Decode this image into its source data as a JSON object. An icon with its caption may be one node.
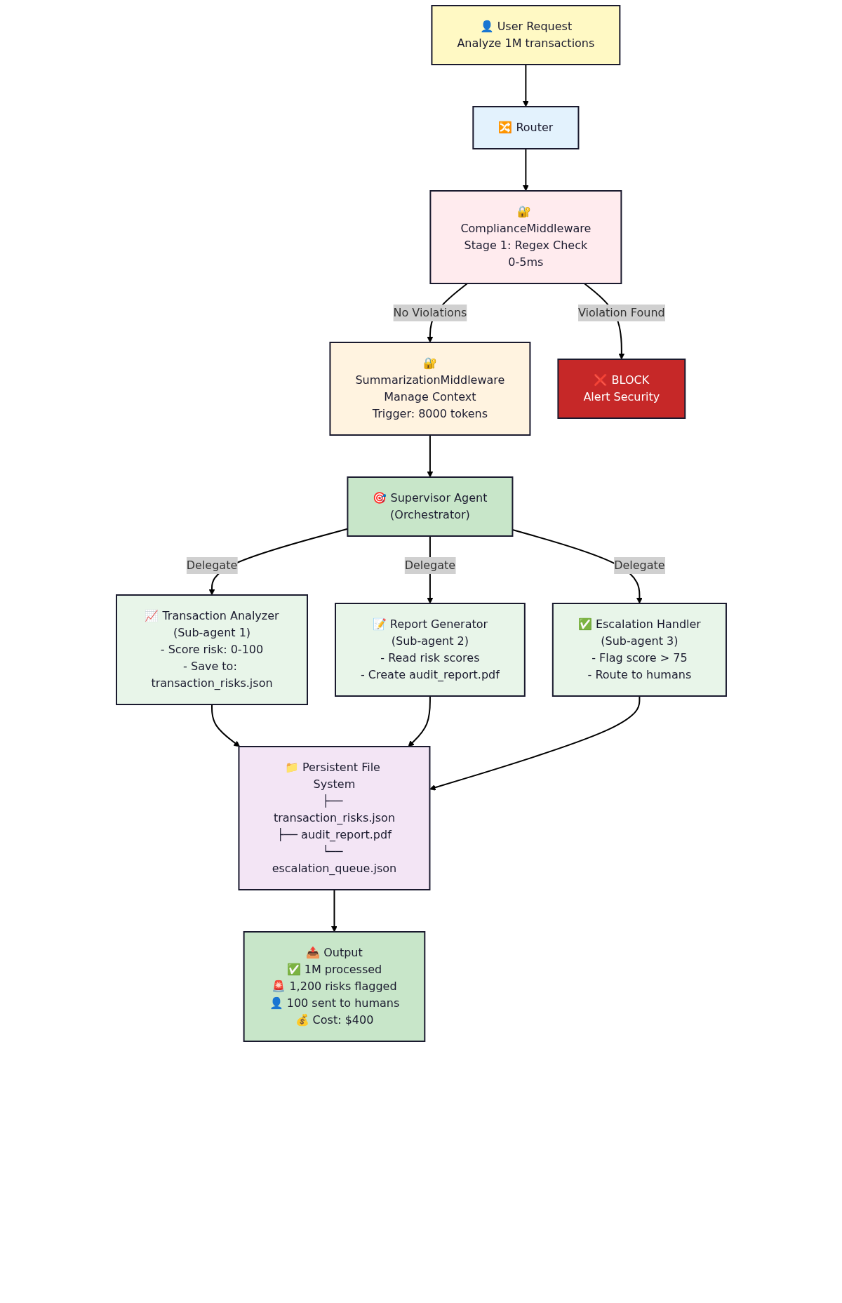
{
  "diagram": {
    "nodes": [
      {
        "text": [
          "👤 User Request",
          "Analyze 1M transactions"
        ]
      },
      {
        "text": [
          "🔀 Router"
        ]
      },
      {
        "text": [
          "🔐 ComplianceMiddleware",
          "Stage 1: Regex Check",
          "0-5ms"
        ]
      },
      {
        "text": [
          "🔐",
          "SummarizationMiddleware",
          "Manage Context",
          "Trigger: 8000 tokens"
        ]
      },
      {
        "text": [
          "❌ BLOCK",
          "Alert Security"
        ]
      },
      {
        "text": [
          "🎯 Supervisor Agent",
          "(Orchestrator)"
        ]
      },
      {
        "text": [
          "📈 Transaction Analyzer",
          "(Sub-agent 1)",
          "- Score risk: 0-100",
          "- Save to: transaction_risks.json"
        ]
      },
      {
        "text": [
          "📝 Report Generator",
          "(Sub-agent 2)",
          "- Read risk scores",
          "- Create audit_report.pdf"
        ]
      },
      {
        "text": [
          "✅ Escalation Handler",
          "(Sub-agent 3)",
          "- Flag score > 75",
          "- Route to humans"
        ]
      },
      {
        "text": [
          "📁 Persistent File System",
          "├── transaction_risks.json",
          "├── audit_report.pdf",
          "└── escalation_queue.json"
        ]
      },
      {
        "text": [
          "📤 Output",
          "✅ 1M processed",
          "🚨 1,200 risks flagged",
          "👤 100 sent to humans",
          "💰 Cost: $400"
        ]
      }
    ],
    "edges": [
      {
        "from": 0,
        "to": 1,
        "arrow": "to"
      },
      {
        "from": 1,
        "to": 2,
        "arrow": "to"
      },
      {
        "from": 2,
        "to": 3,
        "arrow": "to",
        "label": "No Violations"
      },
      {
        "from": 2,
        "to": 4,
        "arrow": "to",
        "label": "Violation Found"
      },
      {
        "from": 3,
        "to": 5,
        "arrow": "to"
      },
      {
        "from": 5,
        "to": 6,
        "arrow": "to",
        "label": "Delegate"
      },
      {
        "from": 5,
        "to": 7,
        "arrow": "to",
        "label": "Delegate"
      },
      {
        "from": 5,
        "to": 8,
        "arrow": "to",
        "label": "Delegate"
      },
      {
        "from": 6,
        "to": 9,
        "arrow": "to"
      },
      {
        "from": 7,
        "to": 9,
        "arrow": "to"
      },
      {
        "from": 8,
        "to": 9,
        "arrow": "to"
      },
      {
        "from": 9,
        "to": 10,
        "arrow": "to"
      }
    ]
  }
}
